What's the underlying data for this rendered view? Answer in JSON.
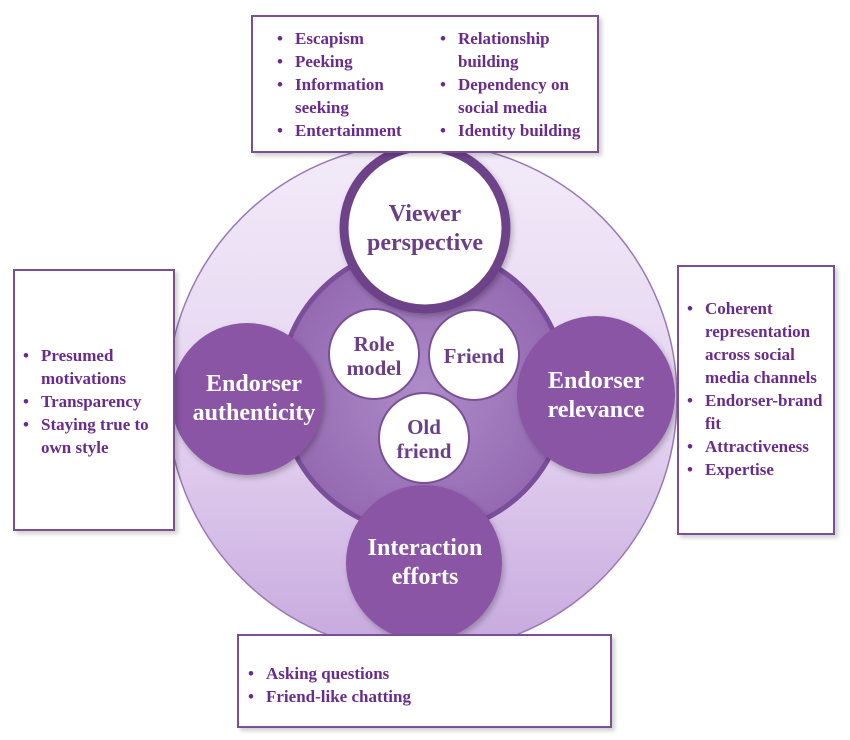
{
  "diagram": {
    "center_circles": {
      "top": {
        "line1": "Viewer",
        "line2": "perspective"
      },
      "left": {
        "line1": "Endorser",
        "line2": "authenticity"
      },
      "right": {
        "line1": "Endorser",
        "line2": "relevance"
      },
      "bottom": {
        "line1": "Interaction",
        "line2": "efforts"
      }
    },
    "inner_circles": {
      "role_model": {
        "line1": "Role",
        "line2": "model"
      },
      "friend": {
        "line1": "Friend"
      },
      "old_friend": {
        "line1": "Old",
        "line2": "friend"
      }
    },
    "boxes": {
      "top": {
        "col1": [
          "Escapism",
          "Peeking",
          "Information seeking",
          "Entertainment"
        ],
        "col2": [
          "Relationship building",
          "Dependency on social media",
          "Identity building"
        ]
      },
      "left": [
        "Presumed motivations",
        "Transparency",
        "Staying true to own style"
      ],
      "right": [
        "Coherent representation across social media channels",
        "Endorser-brand fit",
        "Attractiveness",
        "Expertise"
      ],
      "bottom": [
        "Asking questions",
        "Friend-like chatting"
      ]
    },
    "colors": {
      "primary": "#8c55a6",
      "ring_dark": "#6d4289",
      "inner_disc": "#a27bbf",
      "outer_disc_light": "#f1e8f8",
      "outer_disc_dark": "#c9ade0",
      "text_purple": "#6a2c8c"
    }
  }
}
